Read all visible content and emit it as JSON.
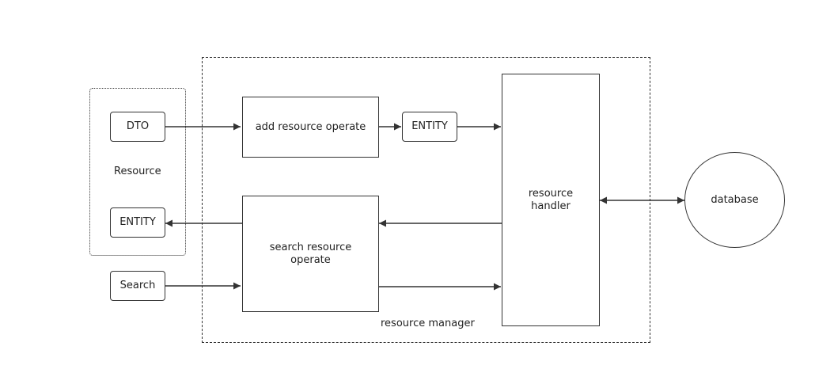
{
  "diagram": {
    "regions": {
      "resource_manager_label": "resource manager",
      "resource_group_label": "Resource"
    },
    "nodes": {
      "dto": "DTO",
      "entity_input": "ENTITY",
      "search": "Search",
      "add_operate": "add resource operate",
      "entity_mid": "ENTITY",
      "search_operate": "search resource\noperate",
      "resource_handler": "resource\nhandler",
      "database": "database"
    },
    "edges": [
      {
        "from": "dto",
        "to": "add_operate"
      },
      {
        "from": "add_operate",
        "to": "entity_mid"
      },
      {
        "from": "entity_mid",
        "to": "resource_handler"
      },
      {
        "from": "resource_handler",
        "to": "search_operate"
      },
      {
        "from": "search_operate",
        "to": "entity_input"
      },
      {
        "from": "search",
        "to": "search_operate"
      },
      {
        "from": "search_operate",
        "to": "resource_handler"
      },
      {
        "from": "resource_handler",
        "to": "database",
        "bidirectional": true
      }
    ]
  }
}
